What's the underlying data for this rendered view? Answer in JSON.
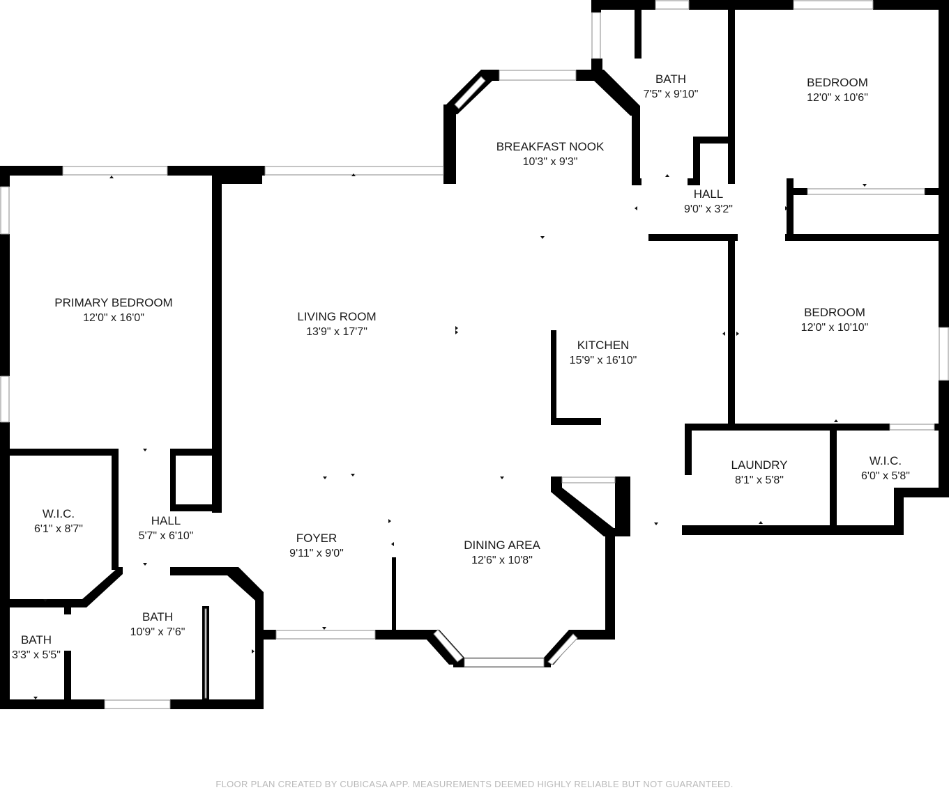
{
  "rooms": {
    "primary_bedroom": {
      "name": "PRIMARY BEDROOM",
      "dim": "12'0\" x 16'0\""
    },
    "living_room": {
      "name": "LIVING ROOM",
      "dim": "13'9\" x 17'7\""
    },
    "breakfast_nook": {
      "name": "BREAKFAST NOOK",
      "dim": "10'3\" x 9'3\""
    },
    "bath_top": {
      "name": "BATH",
      "dim": "7'5\" x 9'10\""
    },
    "bedroom_top": {
      "name": "BEDROOM",
      "dim": "12'0\" x 10'6\""
    },
    "hall_top": {
      "name": "HALL",
      "dim": "9'0\" x 3'2\""
    },
    "bedroom_mid": {
      "name": "BEDROOM",
      "dim": "12'0\" x 10'10\""
    },
    "kitchen": {
      "name": "KITCHEN",
      "dim": "15'9\" x 16'10\""
    },
    "laundry": {
      "name": "LAUNDRY",
      "dim": "8'1\" x 5'8\""
    },
    "wic_right": {
      "name": "W.I.C.",
      "dim": "6'0\" x 5'8\""
    },
    "wic_left": {
      "name": "W.I.C.",
      "dim": "6'1\" x 8'7\""
    },
    "hall_left": {
      "name": "HALL",
      "dim": "5'7\" x 6'10\""
    },
    "foyer": {
      "name": "FOYER",
      "dim": "9'11\" x 9'0\""
    },
    "dining_area": {
      "name": "DINING AREA",
      "dim": "12'6\" x 10'8\""
    },
    "bath_left": {
      "name": "BATH",
      "dim": "10'9\" x 7'6\""
    },
    "bath_small": {
      "name": "BATH",
      "dim": "3'3\" x 5'5\""
    }
  },
  "footer": "FLOOR PLAN CREATED BY CUBICASA APP. MEASUREMENTS DEEMED HIGHLY RELIABLE BUT NOT GUARANTEED.",
  "colors": {
    "wall": "#000000",
    "window": "#ffffff",
    "label": "#1a1a1a",
    "footer": "#b9b9b9"
  }
}
